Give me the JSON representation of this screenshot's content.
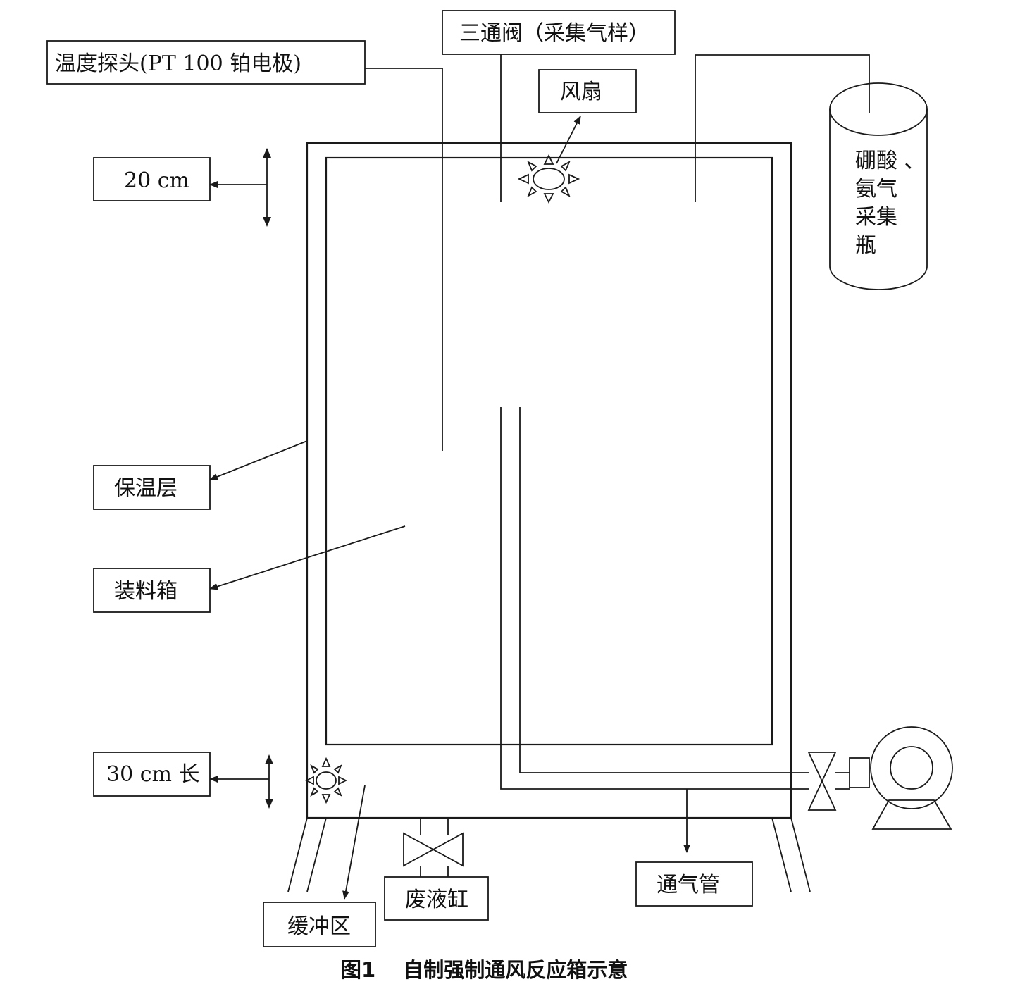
{
  "labels": {
    "probe": "温度探头(PT 100 铂电极)",
    "valve3": "三通阀（采集气样）",
    "fan": "风扇",
    "bottle": [
      "硼酸 、",
      "氨气",
      "采集",
      "瓶"
    ],
    "top_layer": "20 cm",
    "insulation": "保温层",
    "material_box": "装料箱",
    "buffer_len": "30 cm 长",
    "buffer_zone": "缓冲区",
    "waste_tank": "废液缸",
    "vent_pipe": "通气管"
  },
  "caption": "图1　 自制强制通风反应箱示意"
}
